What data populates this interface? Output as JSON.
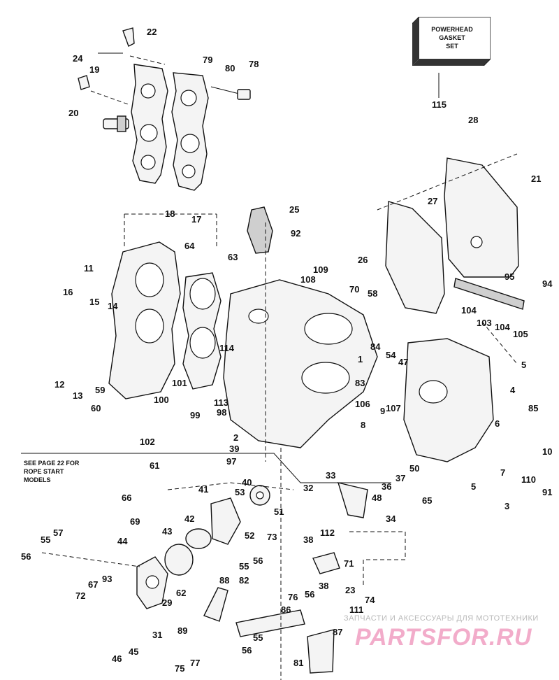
{
  "diagram": {
    "box_text": "POWERHEAD\nGASKET\nSET",
    "note_text": "SEE PAGE 22 FOR\nROPE START\nMODELS",
    "watermark": {
      "subtitle": "ЗАПЧАСТИ И АКСЕССУАРЫ ДЛЯ МОТОТЕХНИКИ",
      "brand": "PARTSFOR.RU"
    },
    "callouts": [
      "22",
      "24",
      "19",
      "79",
      "80",
      "78",
      "20",
      "18",
      "17",
      "115",
      "28",
      "21",
      "27",
      "25",
      "92",
      "26",
      "64",
      "63",
      "11",
      "109",
      "108",
      "95",
      "94",
      "16",
      "15",
      "14",
      "70",
      "58",
      "104",
      "103",
      "104",
      "105",
      "12",
      "13",
      "114",
      "84",
      "54",
      "47",
      "1",
      "5",
      "59",
      "101",
      "113",
      "100",
      "99",
      "98",
      "83",
      "106",
      "107",
      "4",
      "85",
      "60",
      "102",
      "2",
      "39",
      "97",
      "9",
      "8",
      "6",
      "10",
      "110",
      "91",
      "7",
      "50",
      "5",
      "3",
      "61",
      "66",
      "41",
      "53",
      "40",
      "32",
      "33",
      "36",
      "37",
      "48",
      "65",
      "34",
      "69",
      "42",
      "43",
      "52",
      "51",
      "44",
      "57",
      "55",
      "56",
      "73",
      "38",
      "112",
      "71",
      "55",
      "56",
      "93",
      "67",
      "72",
      "88",
      "82",
      "38",
      "56",
      "23",
      "76",
      "86",
      "29",
      "62",
      "89",
      "111",
      "74",
      "55",
      "87",
      "81",
      "31",
      "46",
      "45",
      "56",
      "75",
      "77"
    ]
  }
}
